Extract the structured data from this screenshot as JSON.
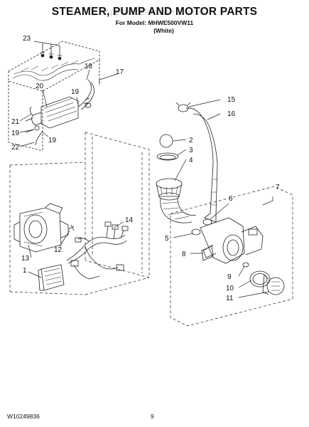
{
  "header": {
    "title": "STEAMER, PUMP AND MOTOR PARTS",
    "model_line": "For Model: MHWE500VW11",
    "color_line": "(White)",
    "watermark": "AppliancePartsPros.com"
  },
  "footer": {
    "document_number": "W10249836",
    "page_number": "9"
  },
  "callouts": {
    "c1": "1",
    "c2": "2",
    "c3": "3",
    "c4": "4",
    "c5": "5",
    "c6": "6",
    "c7": "7",
    "c8": "8",
    "c9": "9",
    "c10": "10",
    "c11": "11",
    "c12": "12",
    "c13": "13",
    "c14": "14",
    "c15": "15",
    "c16": "16",
    "c17": "17",
    "c18": "18",
    "c19a": "19",
    "c19b": "19",
    "c19c": "19",
    "c20": "20",
    "c21": "21",
    "c22": "22",
    "c23": "23"
  }
}
